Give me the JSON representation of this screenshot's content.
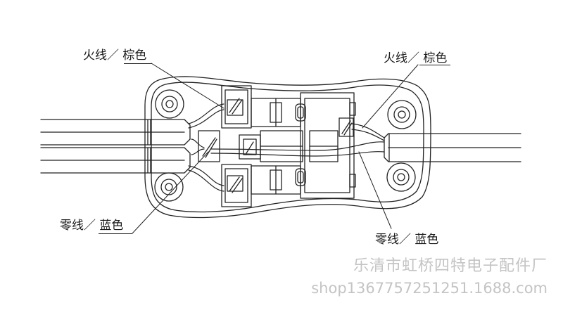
{
  "labels": {
    "top_left": "火线／ 棕色",
    "top_right": "火线／ 棕色",
    "bottom_left": "零线／ 蓝色",
    "bottom_right": "零线／ 蓝色"
  },
  "watermark": {
    "company": "乐清市虹桥四特电子配件厂",
    "shop": "shop1367757251251.1688.com"
  },
  "colors": {
    "line": "#222222",
    "watermark": "#c4c4c4"
  }
}
